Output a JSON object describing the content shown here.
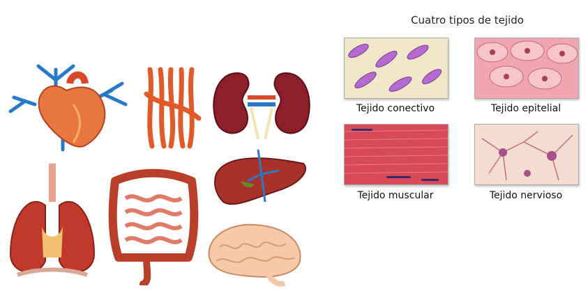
{
  "panel": {
    "title": "Cuatro tipos de tejido",
    "tissues": [
      {
        "label": "Tejido conectivo"
      },
      {
        "label": "Tejido epitelial"
      },
      {
        "label": "Tejido muscular"
      },
      {
        "label": "Tejido nervioso"
      }
    ]
  },
  "organs": [
    {
      "icon": "heart-icon"
    },
    {
      "icon": "muscle-fibers-icon"
    },
    {
      "icon": "kidneys-icon"
    },
    {
      "icon": "liver-icon"
    },
    {
      "icon": "lungs-icon"
    },
    {
      "icon": "intestines-icon"
    },
    {
      "icon": "brain-icon"
    }
  ],
  "colors": {
    "organ_red": "#d9482b",
    "vein_blue": "#2a78c8",
    "connective_purple": "#b56ad0",
    "epithelial_pink": "#f0a6b0",
    "muscle_red": "#d84a5a",
    "nerve_cream": "#f4ddd0"
  }
}
